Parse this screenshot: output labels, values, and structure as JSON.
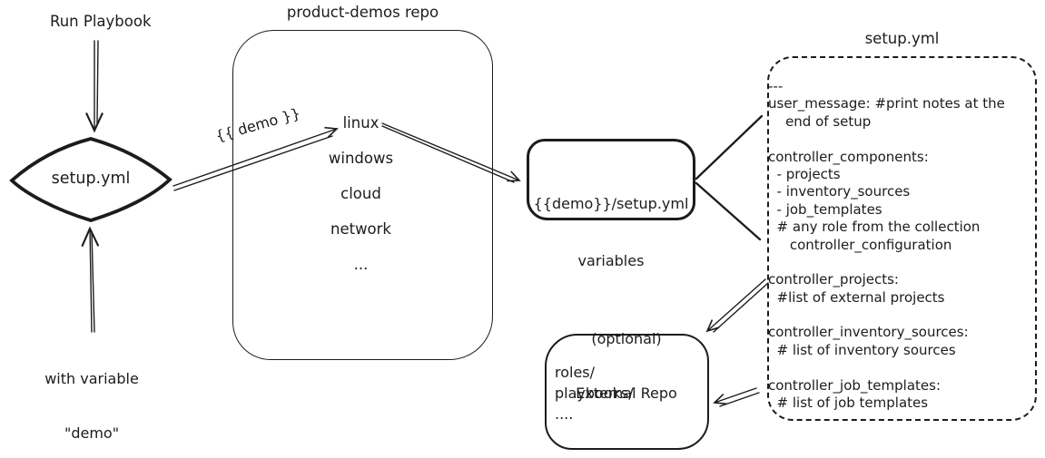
{
  "colors": {
    "ink": "#1c1c1c",
    "bg": "#ffffff"
  },
  "left_flow": {
    "run_playbook_label": "Run Playbook",
    "diamond_label": "setup.yml",
    "with_variable_line1": "with variable",
    "with_variable_line2": "\"demo\""
  },
  "repo": {
    "title": "product-demos repo",
    "items": [
      "linux",
      "windows",
      "cloud",
      "network",
      "..."
    ]
  },
  "demo_arrow_label": "{{ demo }}",
  "variables_box": {
    "line1": "{{demo}}/setup.yml",
    "line2": "variables"
  },
  "setup_file": {
    "title": "setup.yml",
    "lines": [
      "---",
      "user_message: #print notes at the",
      "    end of setup",
      "",
      "controller_components:",
      "  - projects",
      "  - inventory_sources",
      "  - job_templates",
      "  # any role from the collection",
      "     controller_configuration",
      "",
      "controller_projects:",
      "  #list of external projects",
      "",
      "controller_inventory_sources:",
      "  # list of inventory sources",
      "",
      "controller_job_templates:",
      "  # list of job templates"
    ]
  },
  "external_repo": {
    "label_line1": "(optional)",
    "label_line2": "External Repo",
    "lines": [
      "roles/",
      "playbooks/",
      "...."
    ]
  }
}
